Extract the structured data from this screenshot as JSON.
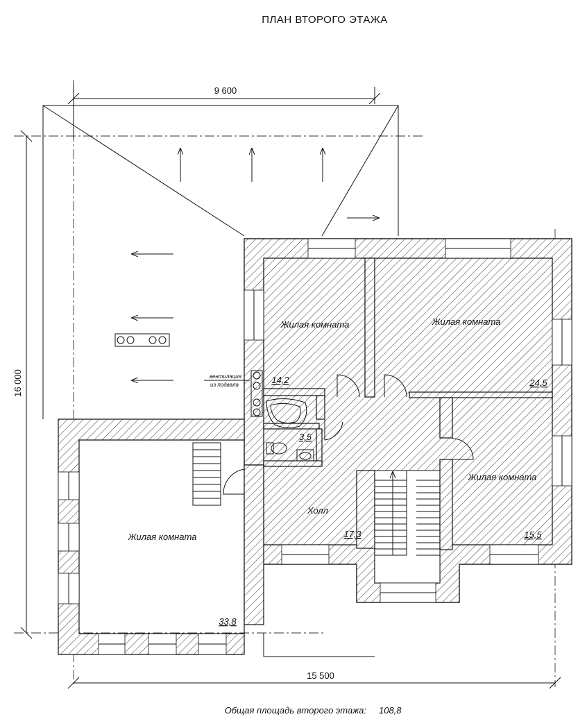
{
  "title": "ПЛАН  ВТОРОГО ЭТАЖА",
  "dimensions": {
    "top": "9 600",
    "bottom": "15 500",
    "left": "16 000"
  },
  "rooms": [
    {
      "name": "Жилая  комната",
      "area": "14,2"
    },
    {
      "name": "Жилая  комната",
      "area": "24,5"
    },
    {
      "name": "Жилая  комната",
      "area": "15,5"
    },
    {
      "name": "Жилая  комната",
      "area": "33,8"
    },
    {
      "name": "Холл",
      "area": "17,3"
    },
    {
      "name": "",
      "area": "3,5"
    }
  ],
  "ventilation": {
    "line1": "вентиляция",
    "line2": "из подвала"
  },
  "total_area": {
    "label": "Общая  площадь  второго  этажа:",
    "value": "108,8"
  }
}
